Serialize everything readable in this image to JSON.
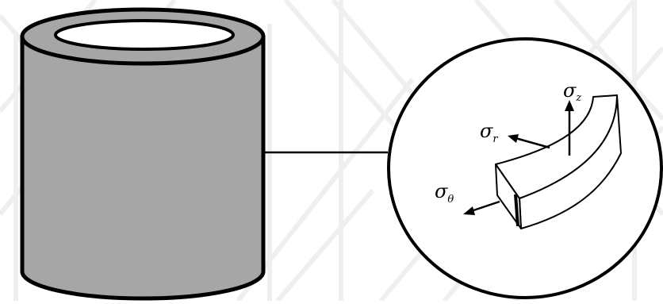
{
  "diagram": {
    "labels": {
      "sigma_z": {
        "symbol": "σ",
        "subscript": "z"
      },
      "sigma_r": {
        "symbol": "σ",
        "subscript": "r"
      },
      "sigma_theta": {
        "symbol": "σ",
        "subscript": "θ"
      }
    },
    "colors": {
      "background": "#ffffff",
      "watermark": "#f1f1f1",
      "cylinder_fill": "#a6a6a6",
      "outline": "#000000",
      "bore_fill": "#ffffff",
      "element_fill": "#ffffff"
    }
  }
}
